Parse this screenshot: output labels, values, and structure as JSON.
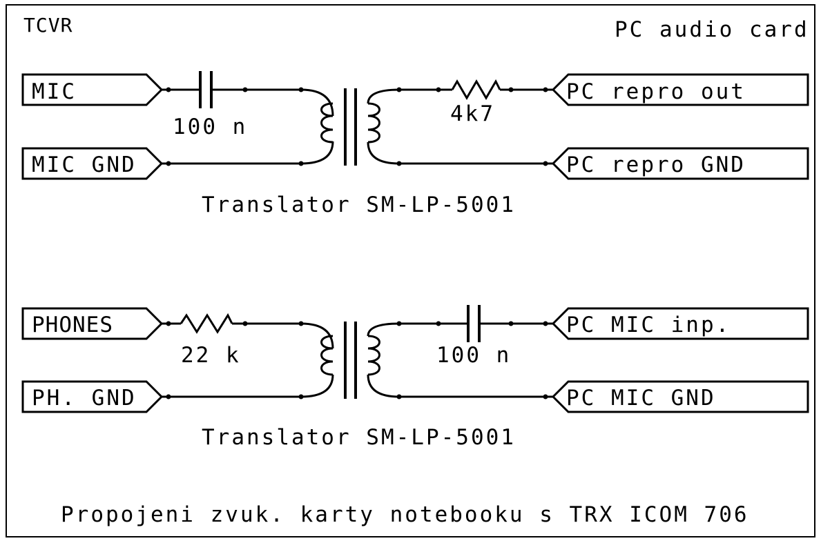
{
  "labels": {
    "left_header": "TCVR",
    "right_header": "PC audio card",
    "footer": "Propojeni zvuk. karty notebooku s TRX ICOM 706"
  },
  "circuit1": {
    "in_signal": "MIC",
    "in_ground": "MIC GND",
    "out_signal": "PC repro out",
    "out_ground": "PC repro GND",
    "left_part_value": "100 n",
    "right_part_value": "4k7",
    "transformer": "Translator SM-LP-5001"
  },
  "circuit2": {
    "in_signal": "PHONES",
    "in_ground": "PH. GND",
    "out_signal": "PC MIC inp.",
    "out_ground": "PC MIC GND",
    "left_part_value": "22 k",
    "right_part_value": "100 n",
    "transformer": "Translator SM-LP-5001"
  }
}
